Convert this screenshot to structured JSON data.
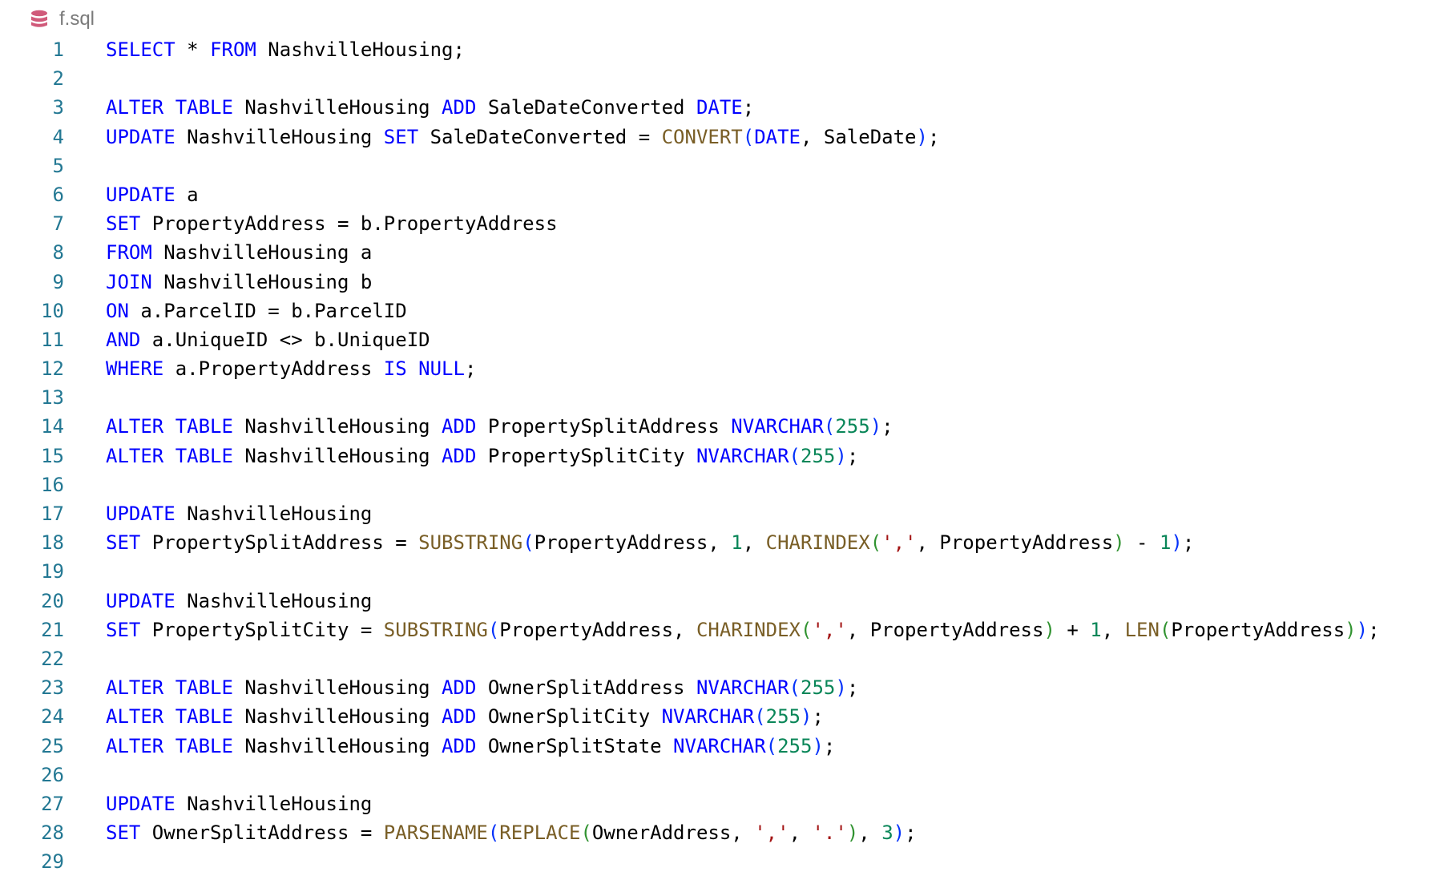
{
  "tab": {
    "filename": "f.sql",
    "icon": "database-icon",
    "icon_color": "#d05a7a"
  },
  "colors": {
    "keyword": "#0000ff",
    "function": "#795e26",
    "number": "#098658",
    "string": "#a31515",
    "line_number": "#237893"
  },
  "lines": [
    [
      [
        "kw",
        "SELECT"
      ],
      [
        "tx",
        " * "
      ],
      [
        "kw",
        "FROM"
      ],
      [
        "tx",
        " NashvilleHousing;"
      ]
    ],
    [],
    [
      [
        "kw",
        "ALTER TABLE"
      ],
      [
        "tx",
        " NashvilleHousing "
      ],
      [
        "kw",
        "ADD"
      ],
      [
        "tx",
        " SaleDateConverted "
      ],
      [
        "kw",
        "DATE"
      ],
      [
        "tx",
        ";"
      ]
    ],
    [
      [
        "kw",
        "UPDATE"
      ],
      [
        "tx",
        " NashvilleHousing "
      ],
      [
        "kw",
        "SET"
      ],
      [
        "tx",
        " SaleDateConverted = "
      ],
      [
        "fn",
        "CONVERT"
      ],
      [
        "b1",
        "("
      ],
      [
        "kw",
        "DATE"
      ],
      [
        "tx",
        ", SaleDate"
      ],
      [
        "b1",
        ")"
      ],
      [
        "tx",
        ";"
      ]
    ],
    [],
    [
      [
        "kw",
        "UPDATE"
      ],
      [
        "tx",
        " a"
      ]
    ],
    [
      [
        "kw",
        "SET"
      ],
      [
        "tx",
        " PropertyAddress = b.PropertyAddress"
      ]
    ],
    [
      [
        "kw",
        "FROM"
      ],
      [
        "tx",
        " NashvilleHousing a"
      ]
    ],
    [
      [
        "kw",
        "JOIN"
      ],
      [
        "tx",
        " NashvilleHousing b"
      ]
    ],
    [
      [
        "kw",
        "ON"
      ],
      [
        "tx",
        " a.ParcelID = b.ParcelID"
      ]
    ],
    [
      [
        "kw",
        "AND"
      ],
      [
        "tx",
        " a.UniqueID <> b.UniqueID"
      ]
    ],
    [
      [
        "kw",
        "WHERE"
      ],
      [
        "tx",
        " a.PropertyAddress "
      ],
      [
        "kw",
        "IS NULL"
      ],
      [
        "tx",
        ";"
      ]
    ],
    [],
    [
      [
        "kw",
        "ALTER TABLE"
      ],
      [
        "tx",
        " NashvilleHousing "
      ],
      [
        "kw",
        "ADD"
      ],
      [
        "tx",
        " PropertySplitAddress "
      ],
      [
        "kw",
        "NVARCHAR"
      ],
      [
        "b1",
        "("
      ],
      [
        "num",
        "255"
      ],
      [
        "b1",
        ")"
      ],
      [
        "tx",
        ";"
      ]
    ],
    [
      [
        "kw",
        "ALTER TABLE"
      ],
      [
        "tx",
        " NashvilleHousing "
      ],
      [
        "kw",
        "ADD"
      ],
      [
        "tx",
        " PropertySplitCity "
      ],
      [
        "kw",
        "NVARCHAR"
      ],
      [
        "b1",
        "("
      ],
      [
        "num",
        "255"
      ],
      [
        "b1",
        ")"
      ],
      [
        "tx",
        ";"
      ]
    ],
    [],
    [
      [
        "kw",
        "UPDATE"
      ],
      [
        "tx",
        " NashvilleHousing"
      ]
    ],
    [
      [
        "kw",
        "SET"
      ],
      [
        "tx",
        " PropertySplitAddress = "
      ],
      [
        "fn",
        "SUBSTRING"
      ],
      [
        "b1",
        "("
      ],
      [
        "tx",
        "PropertyAddress, "
      ],
      [
        "num",
        "1"
      ],
      [
        "tx",
        ", "
      ],
      [
        "fn",
        "CHARINDEX"
      ],
      [
        "b2",
        "("
      ],
      [
        "str",
        "','"
      ],
      [
        "tx",
        ", PropertyAddress"
      ],
      [
        "b2",
        ")"
      ],
      [
        "tx",
        " - "
      ],
      [
        "num",
        "1"
      ],
      [
        "b1",
        ")"
      ],
      [
        "tx",
        ";"
      ]
    ],
    [],
    [
      [
        "kw",
        "UPDATE"
      ],
      [
        "tx",
        " NashvilleHousing"
      ]
    ],
    [
      [
        "kw",
        "SET"
      ],
      [
        "tx",
        " PropertySplitCity = "
      ],
      [
        "fn",
        "SUBSTRING"
      ],
      [
        "b1",
        "("
      ],
      [
        "tx",
        "PropertyAddress, "
      ],
      [
        "fn",
        "CHARINDEX"
      ],
      [
        "b2",
        "("
      ],
      [
        "str",
        "','"
      ],
      [
        "tx",
        ", PropertyAddress"
      ],
      [
        "b2",
        ")"
      ],
      [
        "tx",
        " + "
      ],
      [
        "num",
        "1"
      ],
      [
        "tx",
        ", "
      ],
      [
        "fn",
        "LEN"
      ],
      [
        "b2",
        "("
      ],
      [
        "tx",
        "PropertyAddress"
      ],
      [
        "b2",
        ")"
      ],
      [
        "b1",
        ")"
      ],
      [
        "tx",
        ";"
      ]
    ],
    [],
    [
      [
        "kw",
        "ALTER TABLE"
      ],
      [
        "tx",
        " NashvilleHousing "
      ],
      [
        "kw",
        "ADD"
      ],
      [
        "tx",
        " OwnerSplitAddress "
      ],
      [
        "kw",
        "NVARCHAR"
      ],
      [
        "b1",
        "("
      ],
      [
        "num",
        "255"
      ],
      [
        "b1",
        ")"
      ],
      [
        "tx",
        ";"
      ]
    ],
    [
      [
        "kw",
        "ALTER TABLE"
      ],
      [
        "tx",
        " NashvilleHousing "
      ],
      [
        "kw",
        "ADD"
      ],
      [
        "tx",
        " OwnerSplitCity "
      ],
      [
        "kw",
        "NVARCHAR"
      ],
      [
        "b1",
        "("
      ],
      [
        "num",
        "255"
      ],
      [
        "b1",
        ")"
      ],
      [
        "tx",
        ";"
      ]
    ],
    [
      [
        "kw",
        "ALTER TABLE"
      ],
      [
        "tx",
        " NashvilleHousing "
      ],
      [
        "kw",
        "ADD"
      ],
      [
        "tx",
        " OwnerSplitState "
      ],
      [
        "kw",
        "NVARCHAR"
      ],
      [
        "b1",
        "("
      ],
      [
        "num",
        "255"
      ],
      [
        "b1",
        ")"
      ],
      [
        "tx",
        ";"
      ]
    ],
    [],
    [
      [
        "kw",
        "UPDATE"
      ],
      [
        "tx",
        " NashvilleHousing"
      ]
    ],
    [
      [
        "kw",
        "SET"
      ],
      [
        "tx",
        " OwnerSplitAddress = "
      ],
      [
        "fn",
        "PARSENAME"
      ],
      [
        "b1",
        "("
      ],
      [
        "fn",
        "REPLACE"
      ],
      [
        "b2",
        "("
      ],
      [
        "tx",
        "OwnerAddress, "
      ],
      [
        "str",
        "','"
      ],
      [
        "tx",
        ", "
      ],
      [
        "str",
        "'.'"
      ],
      [
        "b2",
        ")"
      ],
      [
        "tx",
        ", "
      ],
      [
        "num",
        "3"
      ],
      [
        "b1",
        ")"
      ],
      [
        "tx",
        ";"
      ]
    ],
    []
  ],
  "line_numbers": [
    "1",
    "2",
    "3",
    "4",
    "5",
    "6",
    "7",
    "8",
    "9",
    "10",
    "11",
    "12",
    "13",
    "14",
    "15",
    "16",
    "17",
    "18",
    "19",
    "20",
    "21",
    "22",
    "23",
    "24",
    "25",
    "26",
    "27",
    "28",
    "29"
  ]
}
